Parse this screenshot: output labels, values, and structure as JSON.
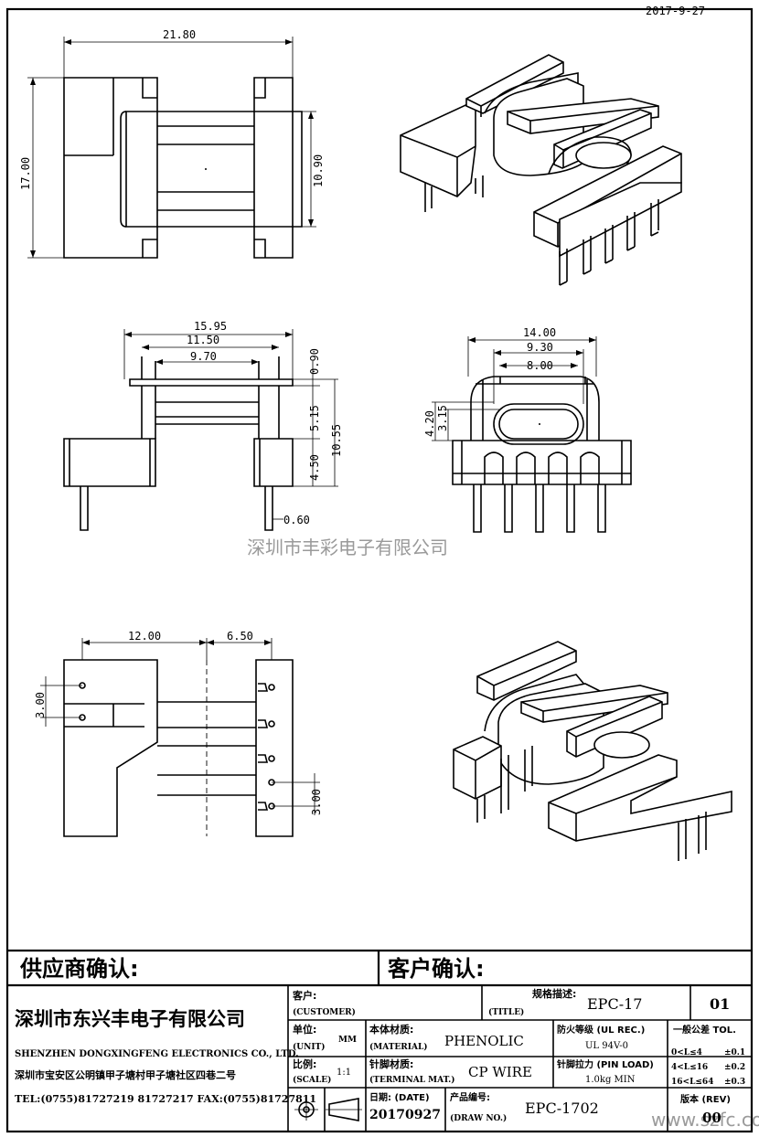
{
  "header_date": "2017-9-27",
  "watermark_center": "深圳市丰彩电子有限公司",
  "watermark_corner": "www.szfc.com",
  "dimensions": {
    "top_width": "21.80",
    "top_height": "17.00",
    "top_inner_height": "10.90",
    "front_w1": "15.95",
    "front_w2": "11.50",
    "front_w3": "9.70",
    "front_h1": "0.90",
    "front_h2": "5.15",
    "front_h3": "4.50",
    "front_total": "10.55",
    "pin_dia": "0.60",
    "side_w1": "14.00",
    "side_w2": "9.30",
    "side_w3": "8.00",
    "side_h1": "4.20",
    "side_h2": "3.15",
    "bottom_w1": "12.00",
    "bottom_w2": "6.50",
    "pitch_left": "3.00",
    "pitch_right": "3.00"
  },
  "title_block": {
    "supplier_confirm": "供应商确认:",
    "customer_confirm": "客户确认:",
    "company_cn": "深圳市东兴丰电子有限公司",
    "company_en": "SHENZHEN DONGXINGFENG ELECTRONICS CO., LTD.",
    "address": "深圳市宝安区公明镇甲子塘村甲子塘社区四巷二号",
    "tel_fax": "TEL:(0755)81727219  81727217   FAX:(0755)81727811",
    "customer_label": "客户:",
    "customer_label_en": "(CUSTOMER)",
    "spec_label": "规格描述:",
    "title_label_en": "(TITLE)",
    "title_value": "EPC-17",
    "sheet_no": "01",
    "unit_label": "单位:",
    "unit_label_en": "(UNIT)",
    "unit_value": "MM",
    "material_label": "本体材质:",
    "material_label_en": "(MATERIAL)",
    "material_value": "PHENOLIC",
    "flame_label": "防火等级 (UL REC.)",
    "flame_value": "UL 94V-0",
    "tol_label": "一般公差 TOL.",
    "tol_rows": [
      {
        "range": "0<L≤4",
        "value": "±0.1"
      },
      {
        "range": "4<L≤16",
        "value": "±0.2"
      },
      {
        "range": "16<L≤64",
        "value": "±0.3"
      }
    ],
    "scale_label": "比例:",
    "scale_label_en": "(SCALE)",
    "scale_value": "1:1",
    "terminal_label": "针脚材质:",
    "terminal_label_en": "(TERMINAL MAT.)",
    "terminal_value": "CP WIRE",
    "pin_load_label": "针脚拉力 (PIN LOAD)",
    "pin_load_value": "1.0kg MIN",
    "date_label": "日期: (DATE)",
    "date_value": "20170927",
    "draw_no_label": "产品编号:",
    "draw_no_label_en": "(DRAW NO.)",
    "draw_no_value": "EPC-1702",
    "rev_label": "版本 (REV)",
    "rev_value": "00"
  }
}
